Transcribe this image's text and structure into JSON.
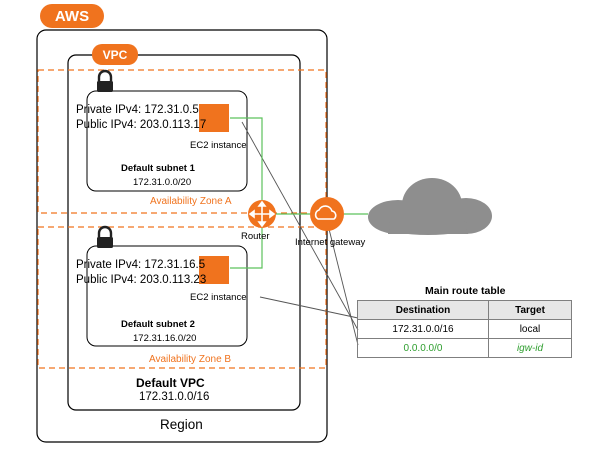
{
  "aws_badge": "AWS",
  "vpc_badge": "VPC",
  "colors": {
    "accent_orange": "#f0731e",
    "route_green": "#2e9e2e",
    "line_green": "#5cc25c",
    "cloud_gray": "#8e8e8e",
    "header_gray": "#e6e6e6"
  },
  "icons": [
    "lock-icon",
    "ec2-instance-icon",
    "router-icon",
    "internet-gateway-icon",
    "cloud-icon"
  ],
  "subnet1": {
    "private_ip": "Private IPv4: 172.31.0.5",
    "public_ip": "Public IPv4: 203.0.113.17",
    "instance_label": "EC2 instance",
    "name": "Default subnet 1",
    "cidr": "172.31.0.0/20"
  },
  "subnet2": {
    "private_ip": "Private IPv4: 172.31.16.5",
    "public_ip": "Public IPv4: 203.0.113.23",
    "instance_label": "EC2 instance",
    "name": "Default subnet 2",
    "cidr": "172.31.16.0/20"
  },
  "zone_a": "Availability Zone A",
  "zone_b": "Availability Zone B",
  "router_label": "Router",
  "igw_label": "Internet gateway",
  "vpc": {
    "name": "Default VPC",
    "cidr": "172.31.0.0/16"
  },
  "region_label": "Region",
  "route_table": {
    "title": "Main route table",
    "headers": [
      "Destination",
      "Target"
    ],
    "rows": [
      {
        "destination": "172.31.0.0/16",
        "target": "local"
      },
      {
        "destination": "0.0.0.0/0",
        "target": "igw-id"
      }
    ]
  }
}
